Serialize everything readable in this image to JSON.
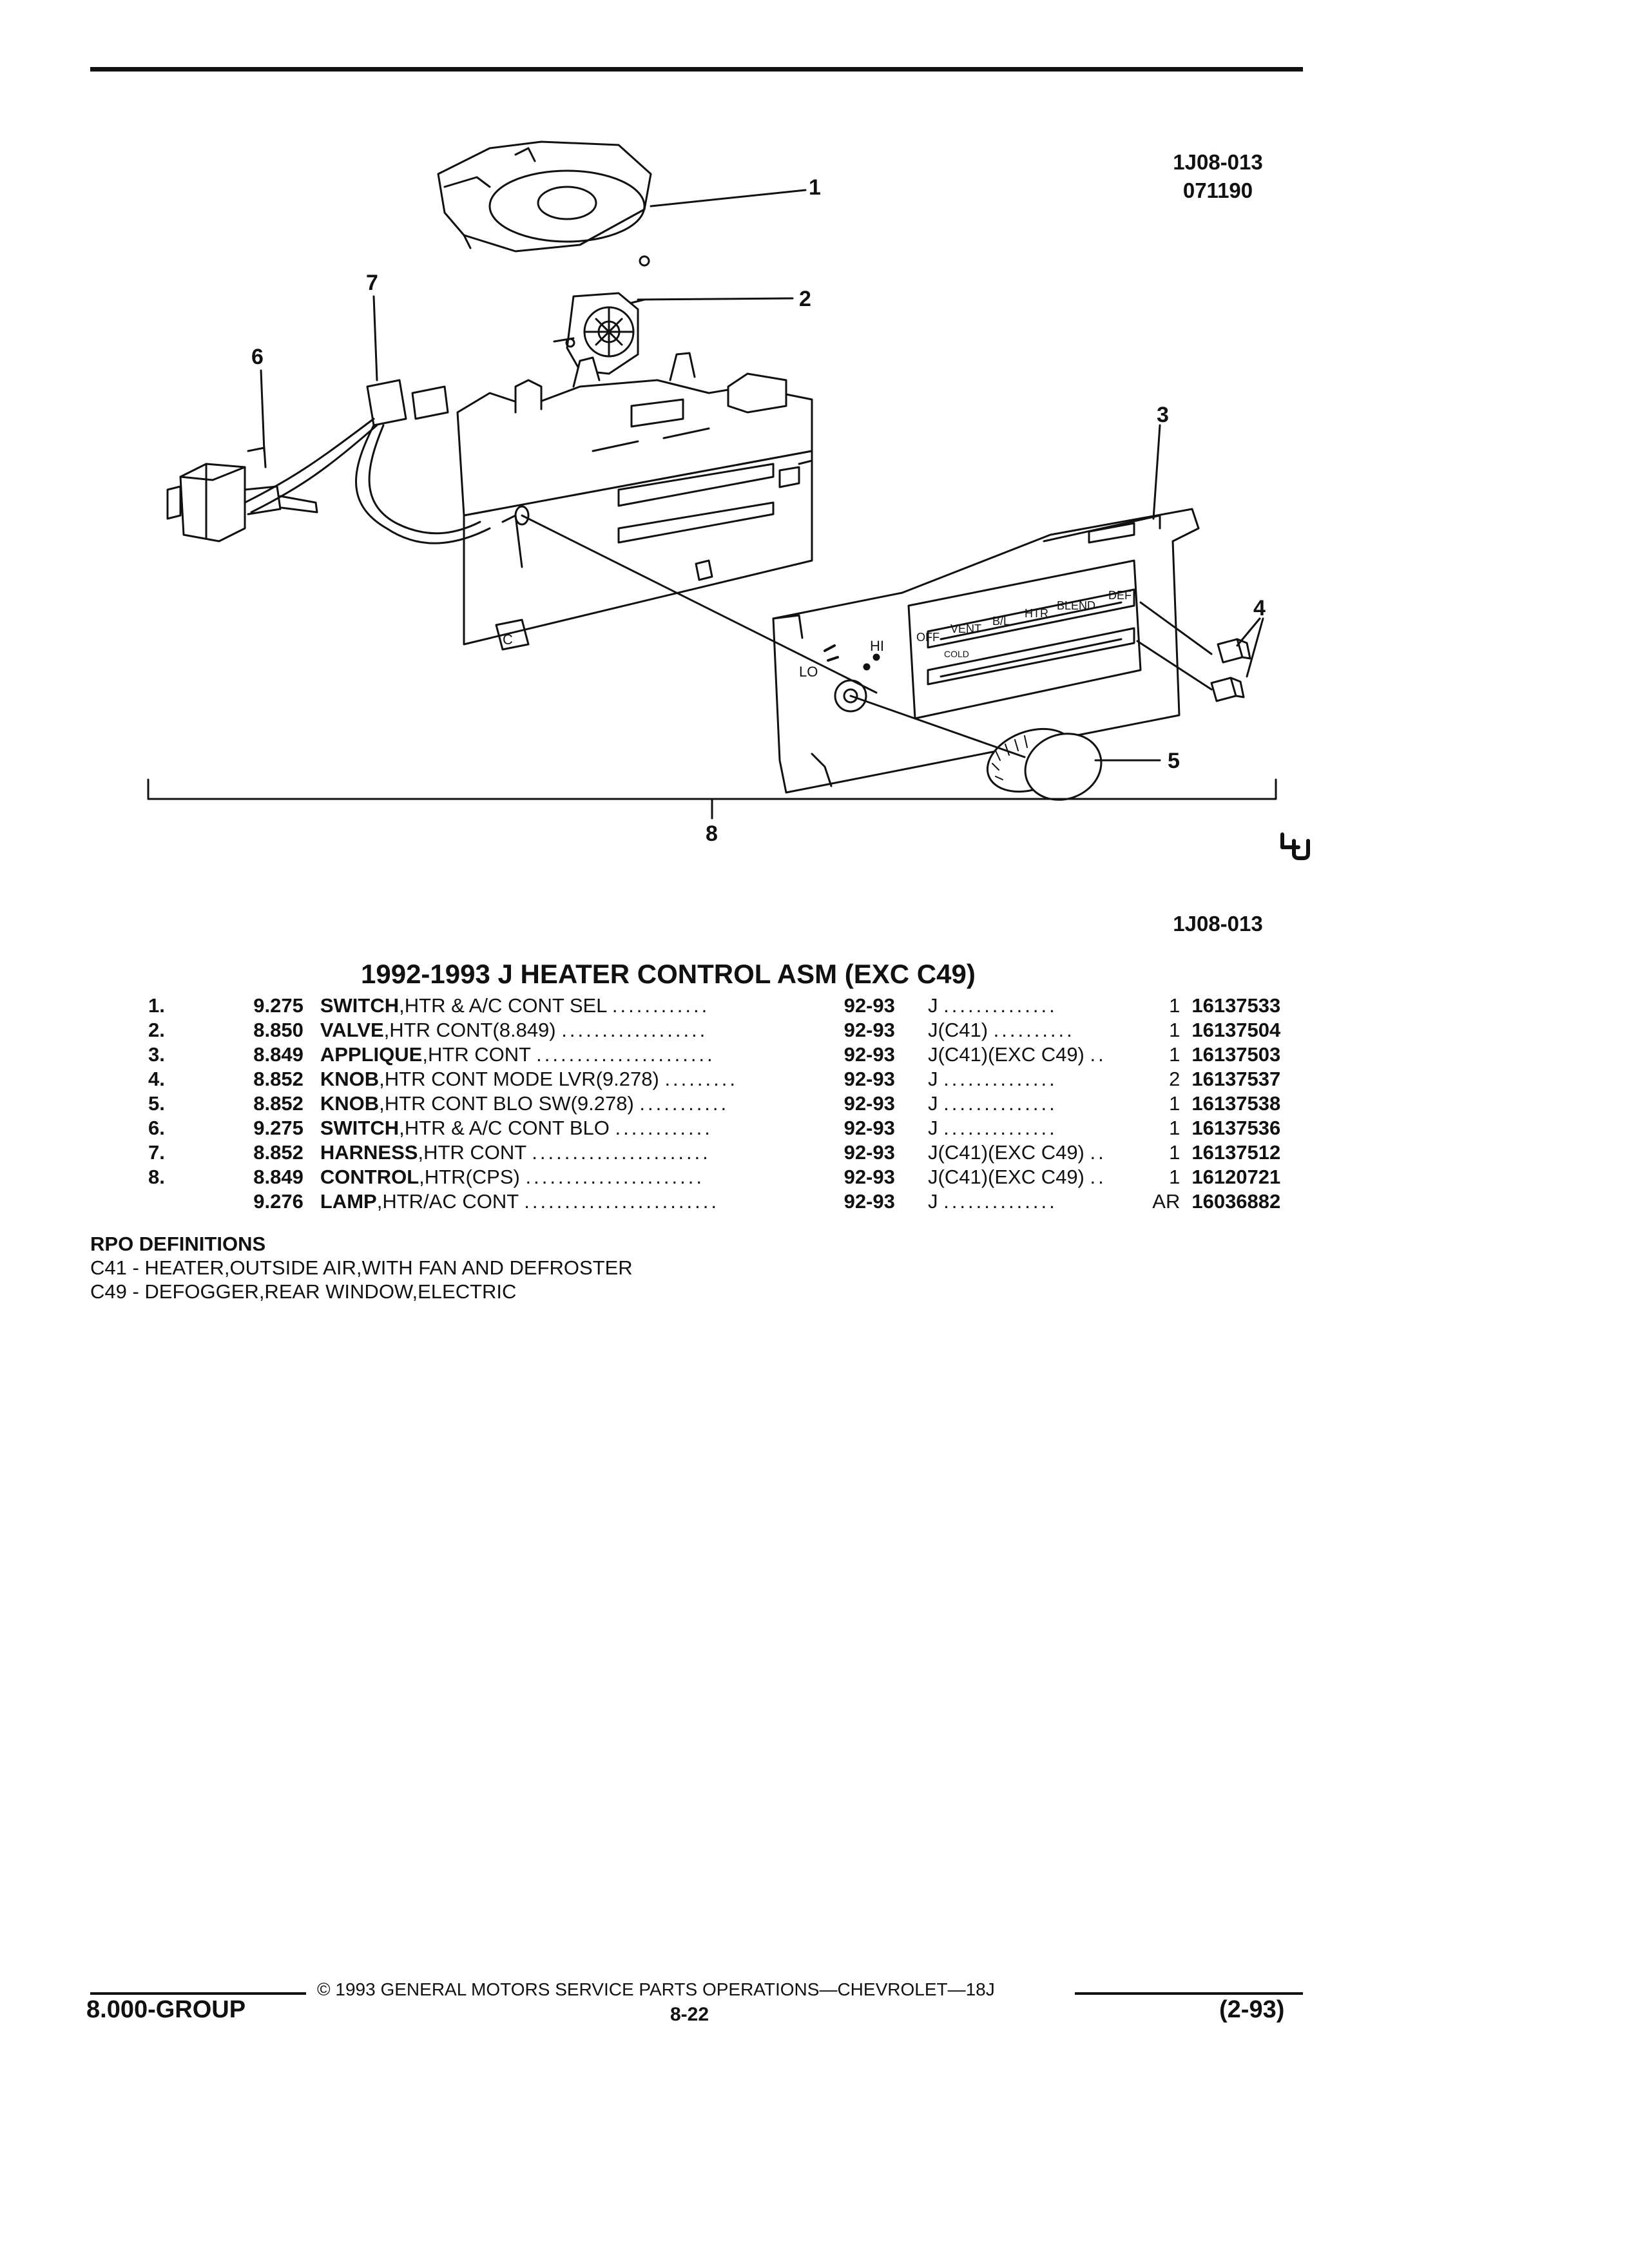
{
  "header": {
    "figure_code": "1J08-013",
    "figure_date": "071190"
  },
  "illustration": {
    "callouts": [
      "1",
      "2",
      "3",
      "4",
      "5",
      "6",
      "7",
      "8"
    ],
    "panel_labels": {
      "lo": "LO",
      "hi": "HI",
      "off": "OFF",
      "vent": "VENT",
      "bl": "B/L",
      "htr": "HTR",
      "blend": "BLEND",
      "def": "DEF",
      "cold": "COLD",
      "c_mark": "C"
    },
    "figure_ref": "1J08-013"
  },
  "section": {
    "title": "1992-1993 J HEATER CONTROL ASM (EXC C49)"
  },
  "parts": [
    {
      "index": "1.",
      "group": "9.275",
      "name": "SWITCH",
      "desc": ",HTR & A/C CONT SEL",
      "dots": "............",
      "years": "92-93",
      "model": "J",
      "mdots": "..............",
      "qty": "1",
      "part_number": "16137533"
    },
    {
      "index": "2.",
      "group": "8.850",
      "name": "VALVE",
      "desc": ",HTR CONT(8.849)",
      "dots": "..................",
      "years": "92-93",
      "model": "J(C41)",
      "mdots": "..........",
      "qty": "1",
      "part_number": "16137504"
    },
    {
      "index": "3.",
      "group": "8.849",
      "name": "APPLIQUE",
      "desc": ",HTR CONT",
      "dots": "......................",
      "years": "92-93",
      "model": "J(C41)(EXC C49)",
      "mdots": "..",
      "qty": "1",
      "part_number": "16137503"
    },
    {
      "index": "4.",
      "group": "8.852",
      "name": "KNOB",
      "desc": ",HTR CONT MODE LVR(9.278)",
      "dots": ".........",
      "years": "92-93",
      "model": "J",
      "mdots": "..............",
      "qty": "2",
      "part_number": "16137537"
    },
    {
      "index": "5.",
      "group": "8.852",
      "name": "KNOB",
      "desc": ",HTR CONT BLO SW(9.278)",
      "dots": "...........",
      "years": "92-93",
      "model": "J",
      "mdots": "..............",
      "qty": "1",
      "part_number": "16137538"
    },
    {
      "index": "6.",
      "group": "9.275",
      "name": "SWITCH",
      "desc": ",HTR & A/C CONT BLO",
      "dots": "............",
      "years": "92-93",
      "model": "J",
      "mdots": "..............",
      "qty": "1",
      "part_number": "16137536"
    },
    {
      "index": "7.",
      "group": "8.852",
      "name": "HARNESS",
      "desc": ",HTR CONT",
      "dots": "......................",
      "years": "92-93",
      "model": "J(C41)(EXC C49)",
      "mdots": "..",
      "qty": "1",
      "part_number": "16137512"
    },
    {
      "index": "8.",
      "group": "8.849",
      "name": "CONTROL",
      "desc": ",HTR(CPS)",
      "dots": "......................",
      "years": "92-93",
      "model": "J(C41)(EXC C49)",
      "mdots": "..",
      "qty": "1",
      "part_number": "16120721"
    },
    {
      "index": "",
      "group": "9.276",
      "name": "LAMP",
      "desc": ",HTR/AC CONT",
      "dots": "........................",
      "years": "92-93",
      "model": "J",
      "mdots": "..............",
      "qty": "AR",
      "part_number": "16036882"
    }
  ],
  "rpo": {
    "heading": "RPO DEFINITIONS",
    "definitions": [
      "C41 - HEATER,OUTSIDE AIR,WITH FAN AND DEFROSTER",
      "C49 - DEFOGGER,REAR WINDOW,ELECTRIC"
    ]
  },
  "footer": {
    "copyright": "© 1993 GENERAL MOTORS SERVICE PARTS OPERATIONS—CHEVROLET—18J",
    "group": "8.000-GROUP",
    "page": "8-22",
    "revision": "(2-93)"
  }
}
